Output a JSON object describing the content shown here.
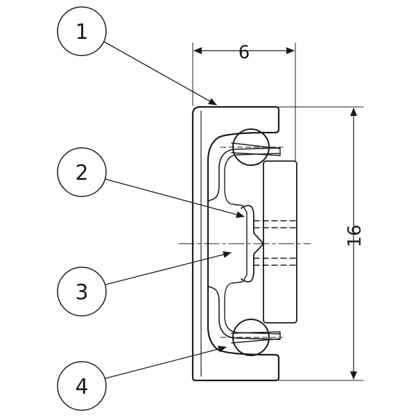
{
  "callouts": [
    {
      "label": "1"
    },
    {
      "label": "2"
    },
    {
      "label": "3"
    },
    {
      "label": "4"
    }
  ],
  "dimensions": {
    "width_label": "6",
    "height_label": "16"
  },
  "colors": {
    "line": "#1a1a1a",
    "background": "#ffffff"
  }
}
